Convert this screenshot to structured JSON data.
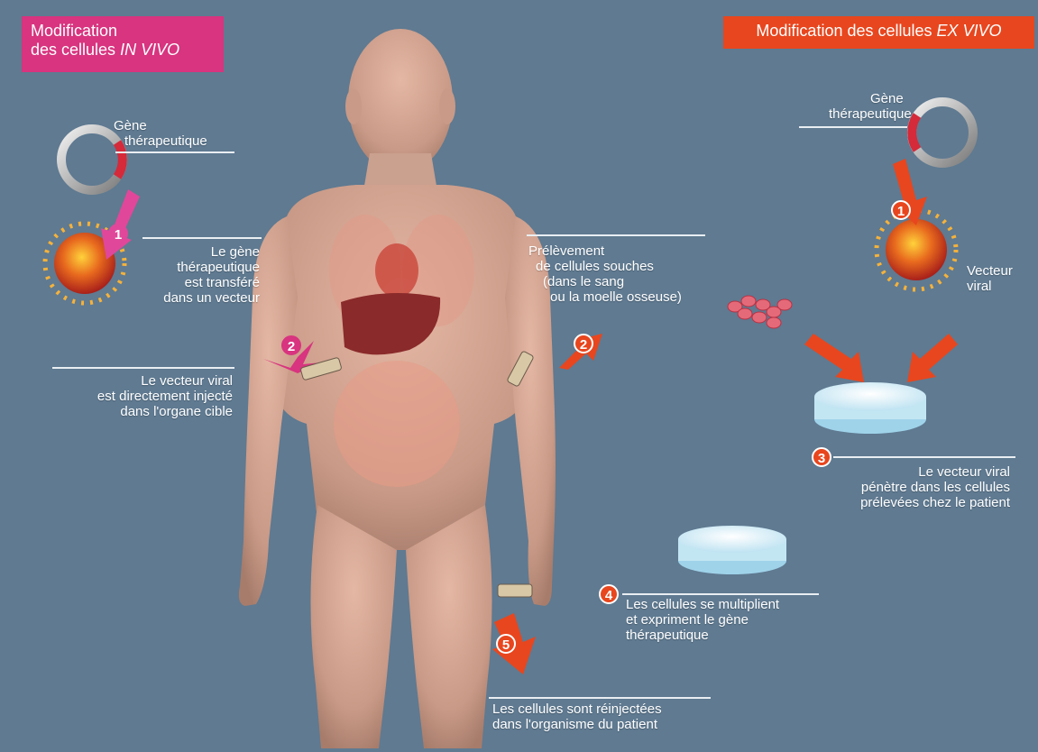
{
  "colors": {
    "background": "#5f7a91",
    "in_vivo": "#d8347f",
    "ex_vivo": "#e8461e",
    "rule": "#e9eef2"
  },
  "banners": {
    "in_vivo": {
      "line1": "Modification",
      "line2_prefix": "des cellules ",
      "line2_em": "IN VIVO"
    },
    "ex_vivo": {
      "prefix": "Modification des cellules ",
      "em": "EX VIVO"
    }
  },
  "in_vivo": {
    "gene_label": [
      "Gène",
      "thérapeutique"
    ],
    "step1": {
      "number": "1",
      "lines": [
        "Le gène",
        "thérapeutique",
        "est transféré",
        "dans un vecteur"
      ]
    },
    "step2": {
      "number": "2",
      "lines": [
        "Le vecteur viral",
        "est directement injecté",
        "dans l'organe cible"
      ]
    }
  },
  "ex_vivo": {
    "gene_label": [
      "Gène",
      "thérapeutique"
    ],
    "step1": {
      "number": "1",
      "vector_label": [
        "Vecteur",
        "viral"
      ]
    },
    "step2": {
      "number": "2",
      "lines": [
        "Prélèvement",
        "de cellules souches",
        "(dans le sang",
        "ou la moelle osseuse)"
      ]
    },
    "step3": {
      "number": "3",
      "lines": [
        "Le vecteur viral",
        "pénètre dans les cellules",
        "prélevées chez le patient"
      ]
    },
    "step4": {
      "number": "4",
      "lines": [
        "Les cellules se multiplient",
        "et expriment le gène",
        "thérapeutique"
      ]
    },
    "step5": {
      "number": "5",
      "lines": [
        "Les cellules sont réinjectées",
        "dans l'organisme du patient"
      ]
    }
  },
  "icons": [
    "circular-gene-ring-icon",
    "viral-vector-icon",
    "syringe-icon",
    "petri-dish-icon",
    "cells-cluster-icon",
    "human-body-illustration"
  ]
}
